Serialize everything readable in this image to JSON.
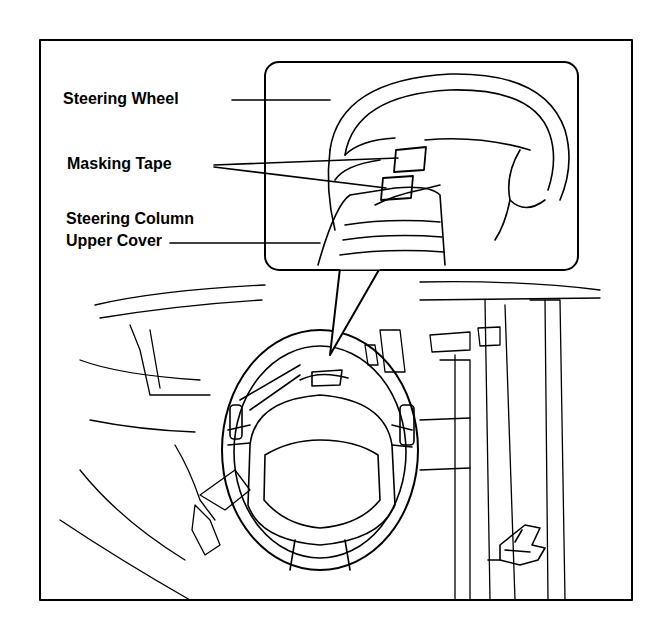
{
  "diagram": {
    "labels": [
      "Steering Wheel",
      "Masking Tape",
      "Steering Column Upper Cover"
    ]
  }
}
